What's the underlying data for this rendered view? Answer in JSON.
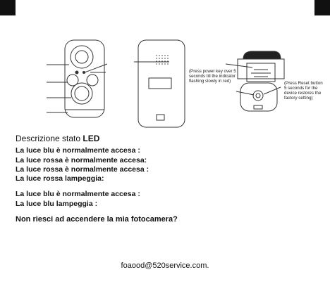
{
  "notes": {
    "power": "(Press power key over 5 seconds till the indicator flashing slowly in red)",
    "reset": "(Press Reset button 5 seconds for the device restores the factory setting)"
  },
  "status": {
    "title_prefix": "Descrizione stato ",
    "title_bold": "LED",
    "lines": [
      "La luce blu è normalmente accesa :",
      "La luce rossa è normalmente accesa:",
      "La luce rossa è normalmente accesa :",
      "La luce rossa lampeggia:",
      "La luce blu è normalmente accesa :",
      "La luce blu lampeggia :"
    ]
  },
  "faq": "Non riesci ad accendere la mia fotocamera?",
  "contact": "foaood@520service.com."
}
